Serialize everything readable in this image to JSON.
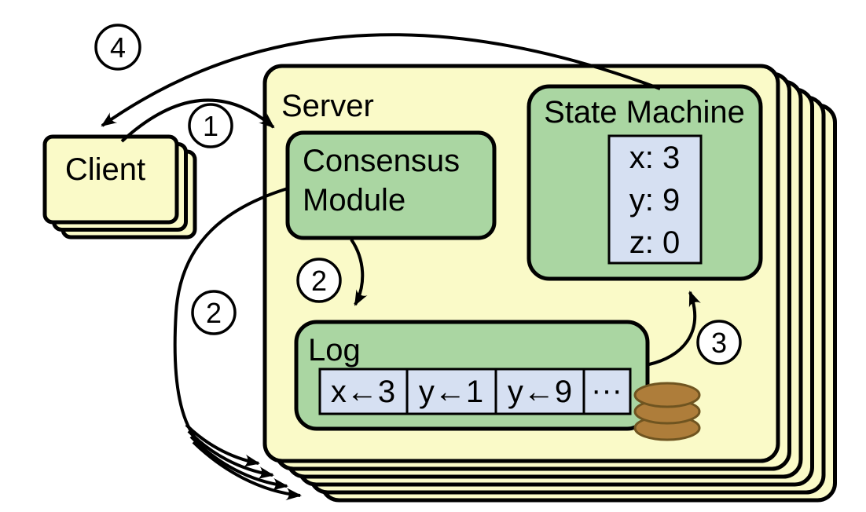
{
  "colors": {
    "background": "#ffffff",
    "server_fill": "#fafac8",
    "module_fill": "#aad6a2",
    "cell_fill": "#d6e0f2",
    "disk_fill": "#ae7d3a",
    "disk_stroke": "#6f5420",
    "outline": "#000000"
  },
  "client": {
    "label": "Client",
    "stack_count": 3
  },
  "server": {
    "label": "Server",
    "stack_count": 6,
    "consensus_module": {
      "label": [
        "Consensus",
        "Module"
      ]
    },
    "state_machine": {
      "label": "State Machine",
      "state": [
        "x: 3",
        "y: 9",
        "z: 0"
      ]
    },
    "log": {
      "label": "Log",
      "entries": [
        "x←3",
        "y←1",
        "y←9",
        "···"
      ]
    }
  },
  "steps": {
    "client_response": "4",
    "client_request": "1",
    "replicate": "2",
    "append_log": "2",
    "apply": "3"
  },
  "icons": {
    "disk": "database-cylinder-icon"
  }
}
